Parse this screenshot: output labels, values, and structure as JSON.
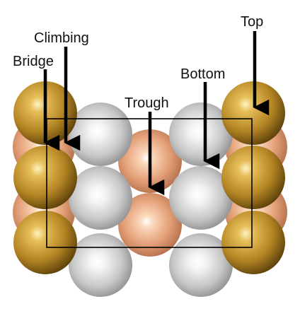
{
  "labels": {
    "top": "Top",
    "climbing": "Climbing",
    "bridge": "Bridge",
    "bottom": "Bottom",
    "trough": "Trough"
  },
  "colors": {
    "gold_atom": "#c3952b",
    "copper_atom": "#e3a07a",
    "silver_atom": "#cfcfcf",
    "arrow": "#000000",
    "cell_outline": "#000000"
  }
}
